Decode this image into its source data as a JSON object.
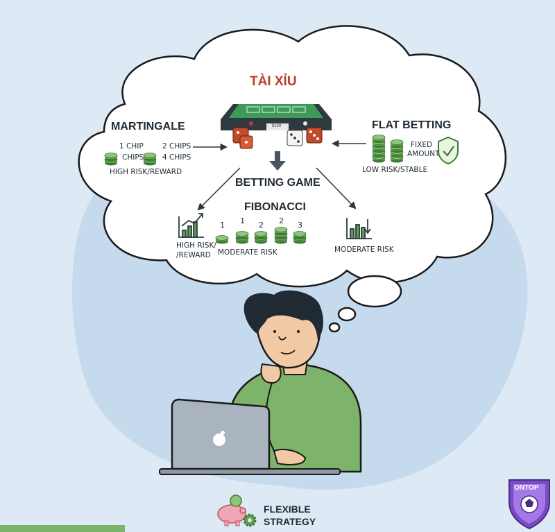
{
  "diagram": {
    "title": "TÀI XỈU",
    "center_label": "BETTING GAME",
    "table_sign": "$100",
    "martingale": {
      "title": "MARTINGALE",
      "chip1": "1 CHIP",
      "chips_word": "CHIPS",
      "chip2": "2 CHIPS",
      "chip4": "4 CHIPS",
      "note": "HIGH RISK/REWARD"
    },
    "flat_betting": {
      "title": "FLAT BETTING",
      "line1": "FIXED",
      "line2": "AMOUNT",
      "note": "LOW RISK/STABLE"
    },
    "fibonacci": {
      "title": "FIBONACCI",
      "numbers": [
        "1",
        "1",
        "2",
        "2",
        "3"
      ],
      "note": "MODERATE RISK"
    },
    "left_chart": {
      "line1": "HIGH RISK/",
      "line2": "/REWARD"
    },
    "right_chart": {
      "note": "MODERATE RISK"
    },
    "footer": {
      "line1": "FLEXIBLE",
      "line2": "STRATEGY"
    },
    "brand": {
      "name": "ONTOP"
    }
  },
  "colors": {
    "background": "#dde9f4",
    "cloud": "#ffffff",
    "chip_green": "#5f9e4f",
    "title_red": "#c0392b",
    "shirt": "#7db36a",
    "shield": "#7b4bc4"
  }
}
